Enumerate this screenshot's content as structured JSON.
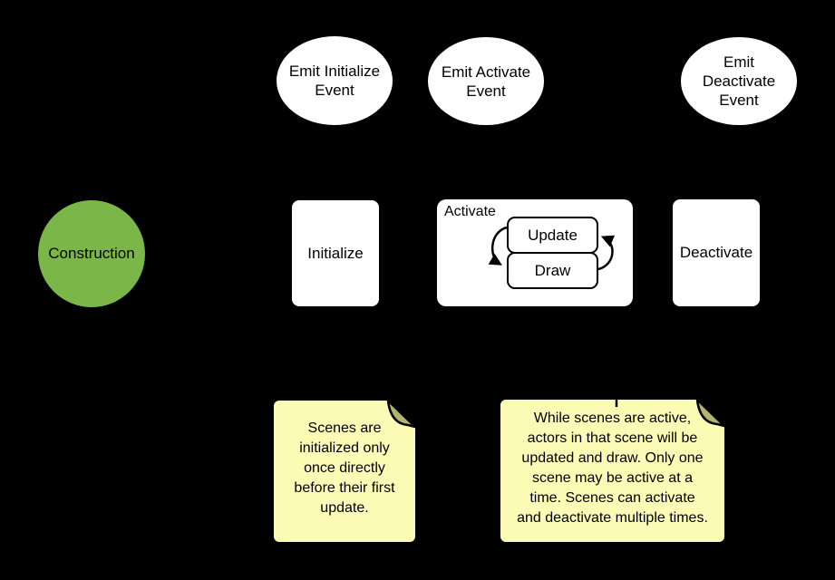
{
  "colors": {
    "background": "#000000",
    "shape_fill": "#ffffff",
    "stroke": "#000000",
    "construction_green": "#7AB648",
    "note_fill": "#FBFBB6",
    "note_fold": "#B4B472"
  },
  "start": {
    "label": "Construction"
  },
  "events": [
    {
      "id": "emit-initialize-event",
      "lines": [
        "Emit Initialize",
        "Event"
      ]
    },
    {
      "id": "emit-activate-event",
      "lines": [
        "Emit Activate",
        "Event"
      ]
    },
    {
      "id": "emit-deactivate-event",
      "lines": [
        "Emit",
        "Deactivate",
        "Event"
      ]
    }
  ],
  "states": {
    "initialize": {
      "label": "Initialize"
    },
    "activate": {
      "label": "Activate",
      "update": "Update",
      "draw": "Draw"
    },
    "deactivate": {
      "label": "Deactivate"
    }
  },
  "notes": [
    {
      "id": "note-initialize",
      "lines": [
        "Scenes are",
        "initialized only",
        "once directly",
        "before their first",
        "update."
      ]
    },
    {
      "id": "note-activate",
      "lines": [
        "While scenes are active,",
        "actors in that scene will be",
        "updated and draw. Only one",
        "scene may be active at a",
        "time. Scenes can activate",
        "and deactivate multiple times."
      ]
    }
  ]
}
